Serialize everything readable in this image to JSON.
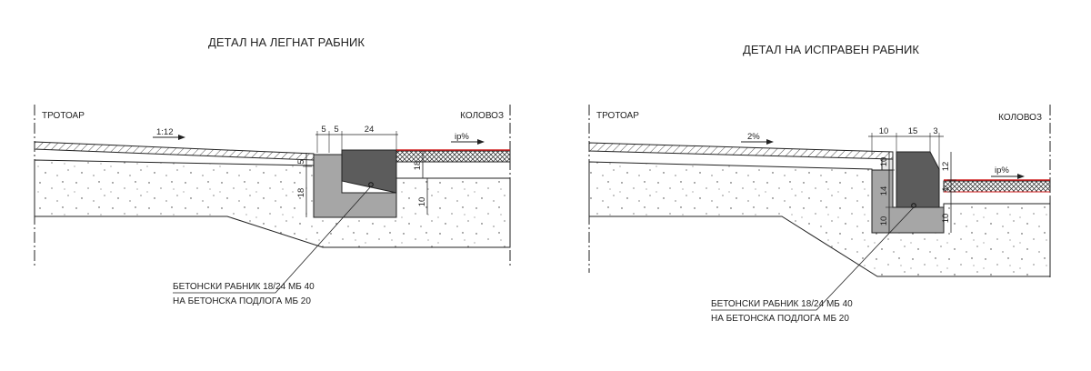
{
  "left_detail": {
    "title": "ДЕТАЛ НА ЛЕГНАТ РАБНИК",
    "sidewalk_label": "ТРОТОАР",
    "roadway_label": "КОЛОВОЗ",
    "sidewalk_slope": "1:12",
    "road_slope": "ip%",
    "dims": {
      "top_a": "5",
      "top_b": "5",
      "top_c": "24",
      "left_a": "5",
      "left_b": "18",
      "right_a": "18",
      "right_b": "10"
    },
    "note_line1": "БЕТОНСКИ РАБНИК 18/24 МБ 40",
    "note_line2": "НА БЕТОНСКА ПОДЛОГА МБ 20"
  },
  "right_detail": {
    "title": "ДЕТАЛ НА ИСПРАВЕН РАБНИК",
    "sidewalk_label": "ТРОТОАР",
    "roadway_label": "КОЛОВОЗ",
    "sidewalk_slope": "2%",
    "road_slope": "ip%",
    "dims": {
      "top_a": "10",
      "top_b": "15",
      "top_c": "3",
      "left_a": "10",
      "left_b": "14",
      "left_c": "10",
      "right_a": "12",
      "right_b": "1",
      "right_c": "10"
    },
    "note_line1": "БЕТОНСКИ РАБНИК 18/24 МБ 40",
    "note_line2": "НА БЕТОНСКА ПОДЛОГА МБ 20"
  },
  "colors": {
    "line": "#222222",
    "curb": "#5a5a5a",
    "base": "#9a9a9a",
    "asphalt_edge": "#d22020"
  }
}
